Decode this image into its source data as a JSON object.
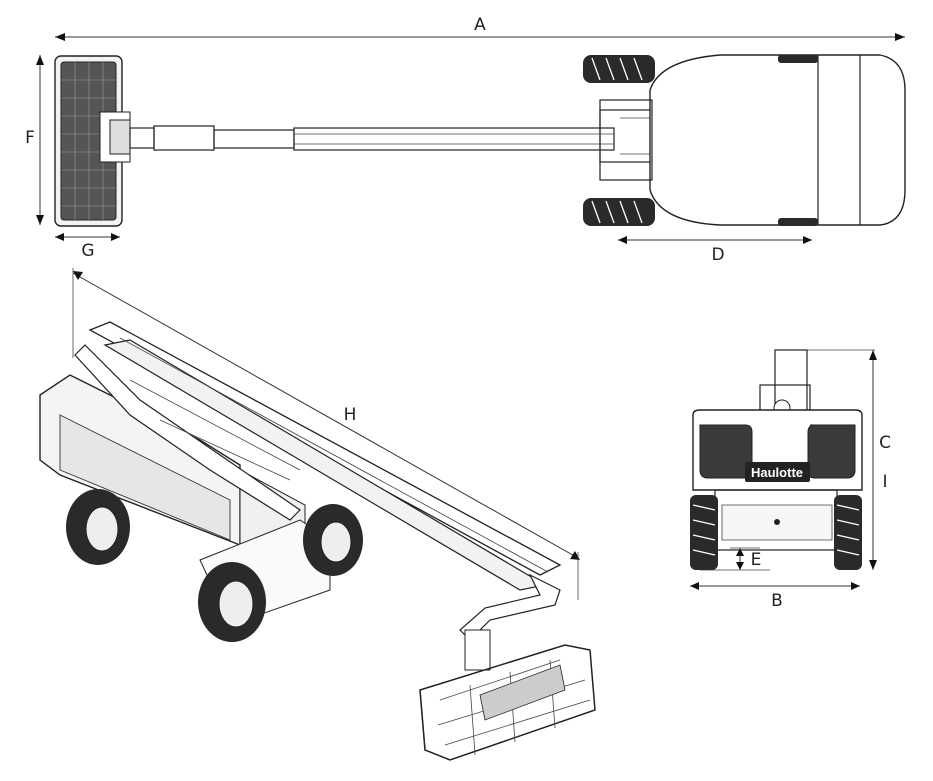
{
  "dimensions": {
    "A": "A",
    "B": "B",
    "C": "C",
    "D": "D",
    "E": "E",
    "F": "F",
    "G": "G",
    "H": "H",
    "I": "I"
  },
  "brand": "Haulotte",
  "views": [
    "top-view",
    "perspective-view",
    "rear-view"
  ]
}
